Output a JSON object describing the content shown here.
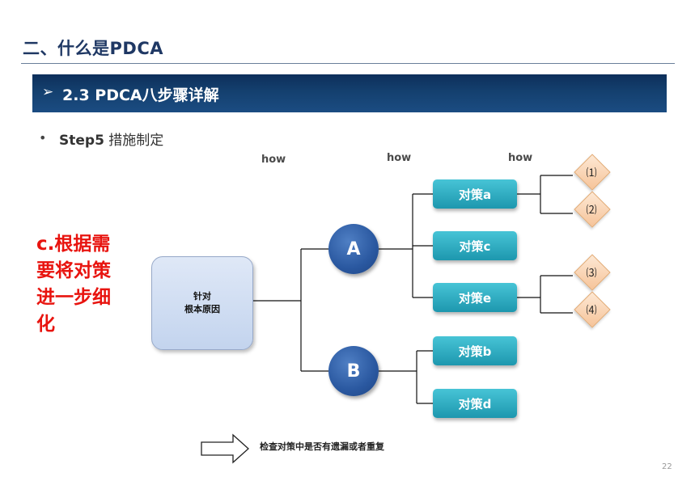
{
  "header": {
    "title": "二、什么是PDCA"
  },
  "banner": {
    "arrow": "➢",
    "text": "2.3 PDCA八步骤详解"
  },
  "bullet": {
    "dot": "•",
    "step": "Step5",
    "text": " 措施制定"
  },
  "how_labels": [
    "how",
    "how",
    "how"
  ],
  "side_note": "c.根据需要将对策进一步细化",
  "root": {
    "line1": "针对",
    "line2": "根本原因"
  },
  "nodes": {
    "a": "A",
    "b": "B"
  },
  "measures": [
    "对策a",
    "对策c",
    "对策e",
    "对策b",
    "对策d"
  ],
  "sub_items": [
    "⑴",
    "⑵",
    "⑶",
    "⑷"
  ],
  "check_note": "检查对策中是否有遗漏或者重复",
  "page_number": "22",
  "colors": {
    "title": "#1f3864",
    "banner": "#14406f",
    "circle": "#2a58a0",
    "box": "#2aa8bf",
    "diamond": "#f6c49a",
    "note": "#e8140f"
  }
}
